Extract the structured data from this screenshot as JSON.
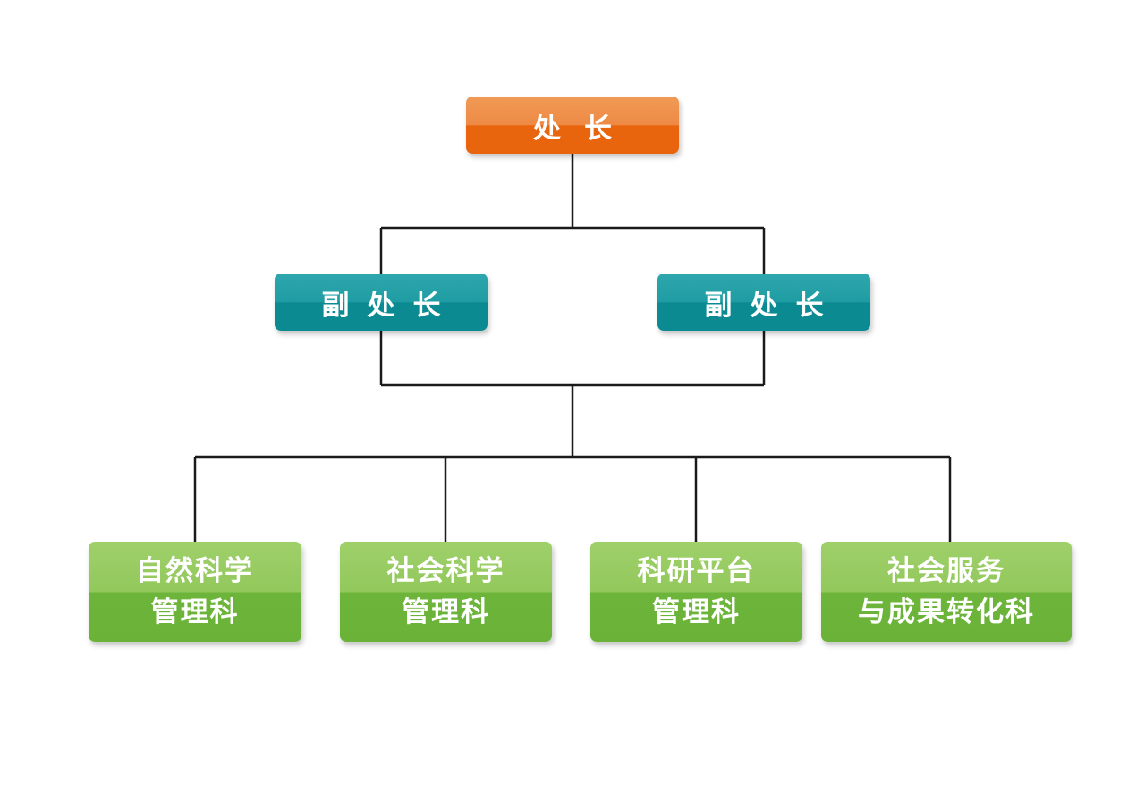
{
  "org_chart": {
    "director": {
      "label": "处长"
    },
    "deputies": [
      {
        "label": "副处长"
      },
      {
        "label": "副处长"
      }
    ],
    "departments": [
      {
        "line1": "自然科学",
        "line2": "管理科"
      },
      {
        "line1": "社会科学",
        "line2": "管理科"
      },
      {
        "line1": "科研平台",
        "line2": "管理科"
      },
      {
        "line1": "社会服务",
        "line2": "与成果转化科"
      }
    ]
  },
  "colors": {
    "director": "#e8650e",
    "deputy": "#0b8a92",
    "department": "#6db53a",
    "connector": "#1a1a1a"
  }
}
